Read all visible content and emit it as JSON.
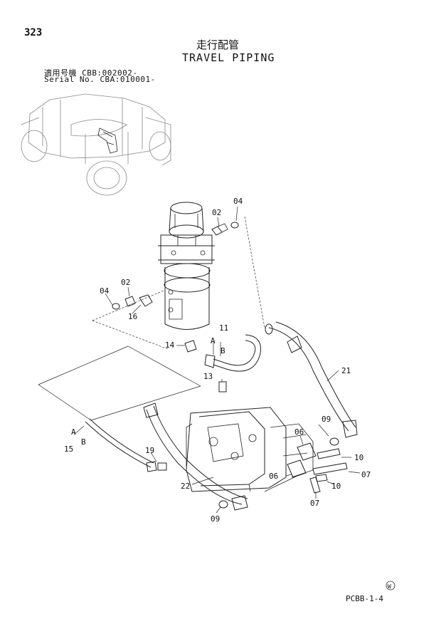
{
  "page": {
    "number": "323",
    "title_jp": "走行配管",
    "title_en": "TRAVEL PIPING",
    "serial_line_1": "適用号機  CBB:002002-",
    "serial_line_2": "Serial No. CBA:010001-",
    "page_code": "PCBB-1-4",
    "mark": "W"
  },
  "callouts": {
    "c02_top": "02",
    "c04_top": "04",
    "c02_left": "02",
    "c04_left": "04",
    "c16": "16",
    "c11": "11",
    "c11_a": "A",
    "c11_b": "B",
    "c14": "14",
    "c13": "13",
    "c21": "21",
    "c15": "15",
    "c15_a": "A",
    "c15_b": "B",
    "c19": "19",
    "c22": "22",
    "c09_right": "09",
    "c06_upper": "06",
    "c10_upper": "10",
    "c07_upper": "07",
    "c06_lower": "06",
    "c10_lower": "10",
    "c07_lower": "07",
    "c09_bottom": "09"
  }
}
